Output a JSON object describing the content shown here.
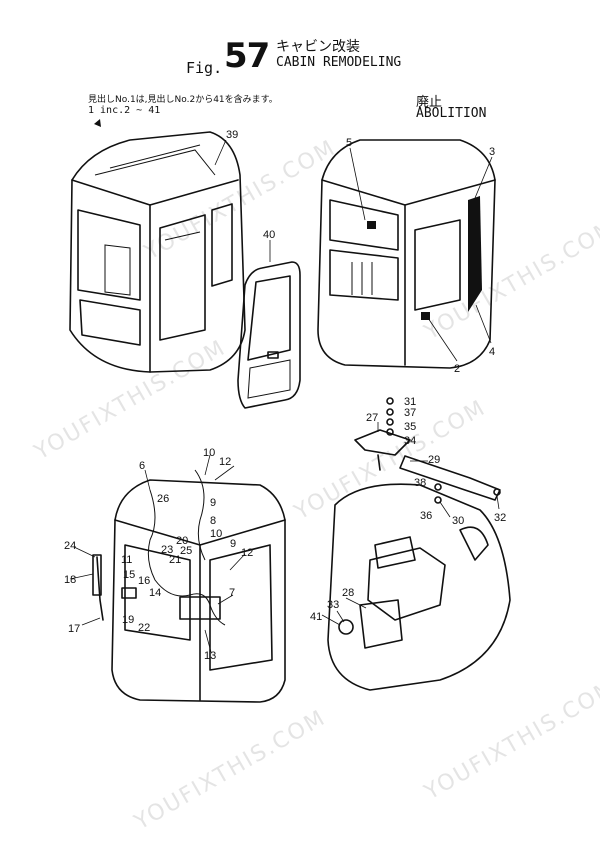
{
  "header": {
    "fig_prefix": "Fig.",
    "fig_number": "57",
    "title_jp": "キャビン改装",
    "title_en": "CABIN REMODELING"
  },
  "note": {
    "jp": "見出しNo.1は,見出しNo.2から41を含みます。",
    "en": "1 inc.2 ~ 41"
  },
  "abolition": {
    "jp": "廃止",
    "en": "ABOLITION"
  },
  "callouts": [
    "39",
    "40",
    "5",
    "3",
    "4",
    "2",
    "31",
    "37",
    "35",
    "34",
    "27",
    "29",
    "38",
    "36",
    "30",
    "32",
    "10",
    "12",
    "6",
    "26",
    "9",
    "8",
    "10",
    "20",
    "25",
    "9",
    "12",
    "23",
    "21",
    "24",
    "11",
    "15",
    "16",
    "14",
    "18",
    "7",
    "19",
    "22",
    "13",
    "17",
    "33",
    "28",
    "41"
  ],
  "watermark": "YOUFIXTHIS.COM"
}
